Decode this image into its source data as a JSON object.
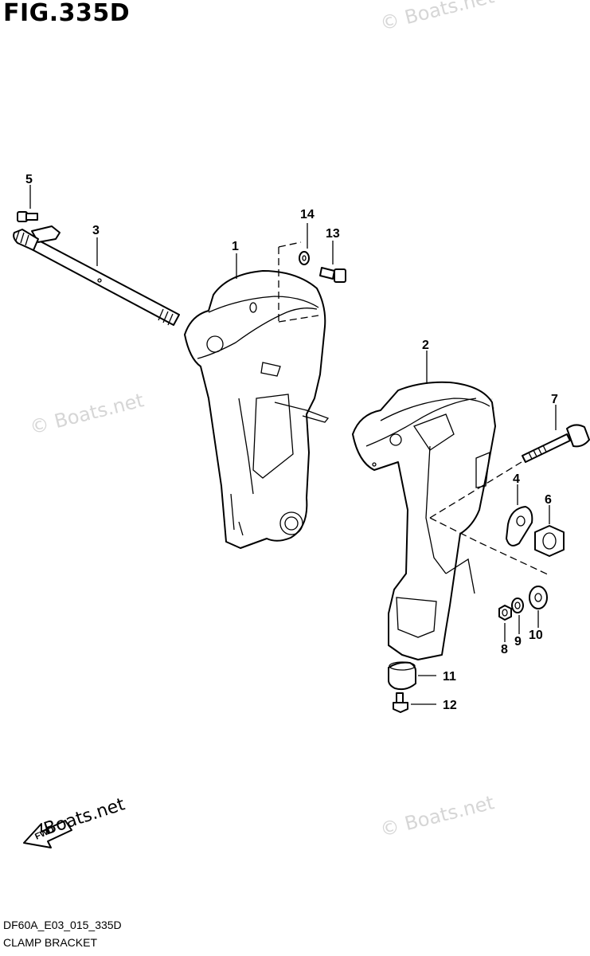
{
  "figure": {
    "title": "FIG.335D",
    "code": "DF60A_E03_015_335D",
    "caption": "CLAMP BRACKET"
  },
  "watermark": {
    "text": "© Boats.net",
    "color": "#d6d6d6"
  },
  "fwd_badge": {
    "arrow_text": "FWD",
    "text": "Boats.net"
  },
  "callouts": {
    "p1": "1",
    "p2": "2",
    "p3": "3",
    "p4": "4",
    "p5": "5",
    "p6": "6",
    "p7": "7",
    "p8": "8",
    "p9": "9",
    "p10": "10",
    "p11": "11",
    "p12": "12",
    "p13": "13",
    "p14": "14"
  }
}
